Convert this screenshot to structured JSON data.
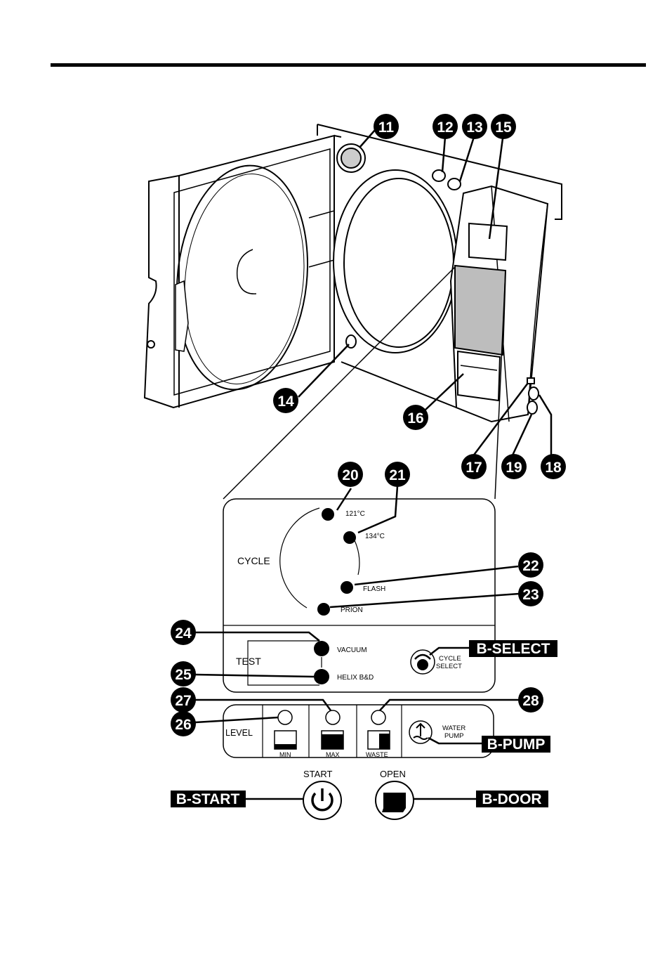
{
  "callouts": {
    "n11": "11",
    "n12": "12",
    "n13": "13",
    "n14": "14",
    "n15": "15",
    "n16": "16",
    "n17": "17",
    "n18": "18",
    "n19": "19",
    "n20": "20",
    "n21": "21",
    "n22": "22",
    "n23": "23",
    "n24": "24",
    "n25": "25",
    "n26": "26",
    "n27": "27",
    "n28": "28"
  },
  "panel": {
    "cycle_label": "CYCLE",
    "c121": "121°C",
    "c134": "134°C",
    "flash": "FLASH",
    "prion": "PRION",
    "test_label": "TEST",
    "vacuum": "VACUUM",
    "helix": "HELIX  B&D",
    "cycle_select_1": "CYCLE",
    "cycle_select_2": "SELECT",
    "level_label": "LEVEL",
    "min": "MIN",
    "max": "MAX",
    "waste": "WASTE",
    "water_1": "WATER",
    "water_2": "PUMP",
    "start": "START",
    "open": "OPEN"
  },
  "buttons": {
    "select": "B-SELECT",
    "pump": "B-PUMP",
    "start": "B-START",
    "door": "B-DOOR"
  },
  "icons": {
    "power": "power-icon",
    "door": "door-open-icon",
    "cycle": "cycle-select-icon",
    "pump": "water-pump-icon"
  }
}
